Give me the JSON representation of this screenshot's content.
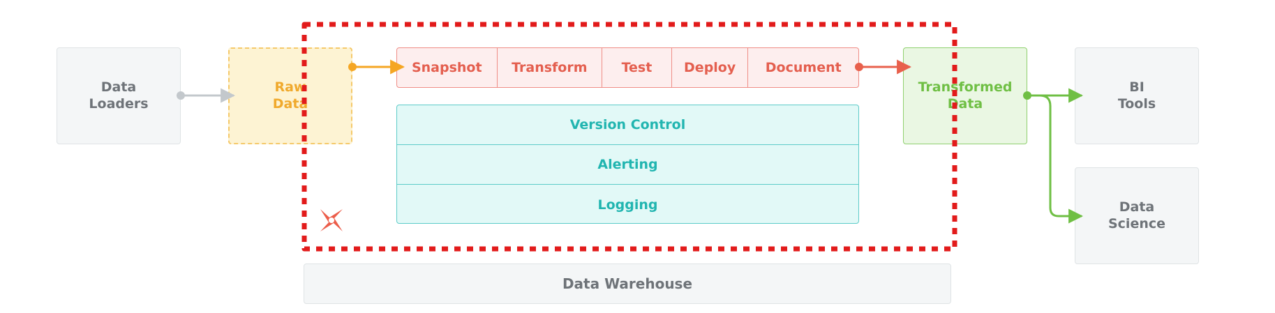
{
  "sources": {
    "data_loaders": "Data\nLoaders",
    "raw_data": "Raw\nData"
  },
  "pipeline": {
    "steps": [
      "Snapshot",
      "Transform",
      "Test",
      "Deploy",
      "Document"
    ]
  },
  "platform": {
    "layers": [
      "Version Control",
      "Alerting",
      "Logging"
    ]
  },
  "outputs": {
    "transformed_data": "Transformed\nData",
    "bi_tools": "BI\nTools",
    "data_science": "Data\nScience"
  },
  "warehouse": {
    "label": "Data Warehouse"
  },
  "colors": {
    "loader_arrow": "#c3c8cc",
    "raw_arrow": "#f5a623",
    "pipeline_arrow": "#e8604c",
    "output_arrow": "#6fbf44",
    "boundary": "#e21b1b",
    "logo": "#ec5d4a"
  },
  "icons": {
    "logo": "dbt-logo-icon"
  }
}
